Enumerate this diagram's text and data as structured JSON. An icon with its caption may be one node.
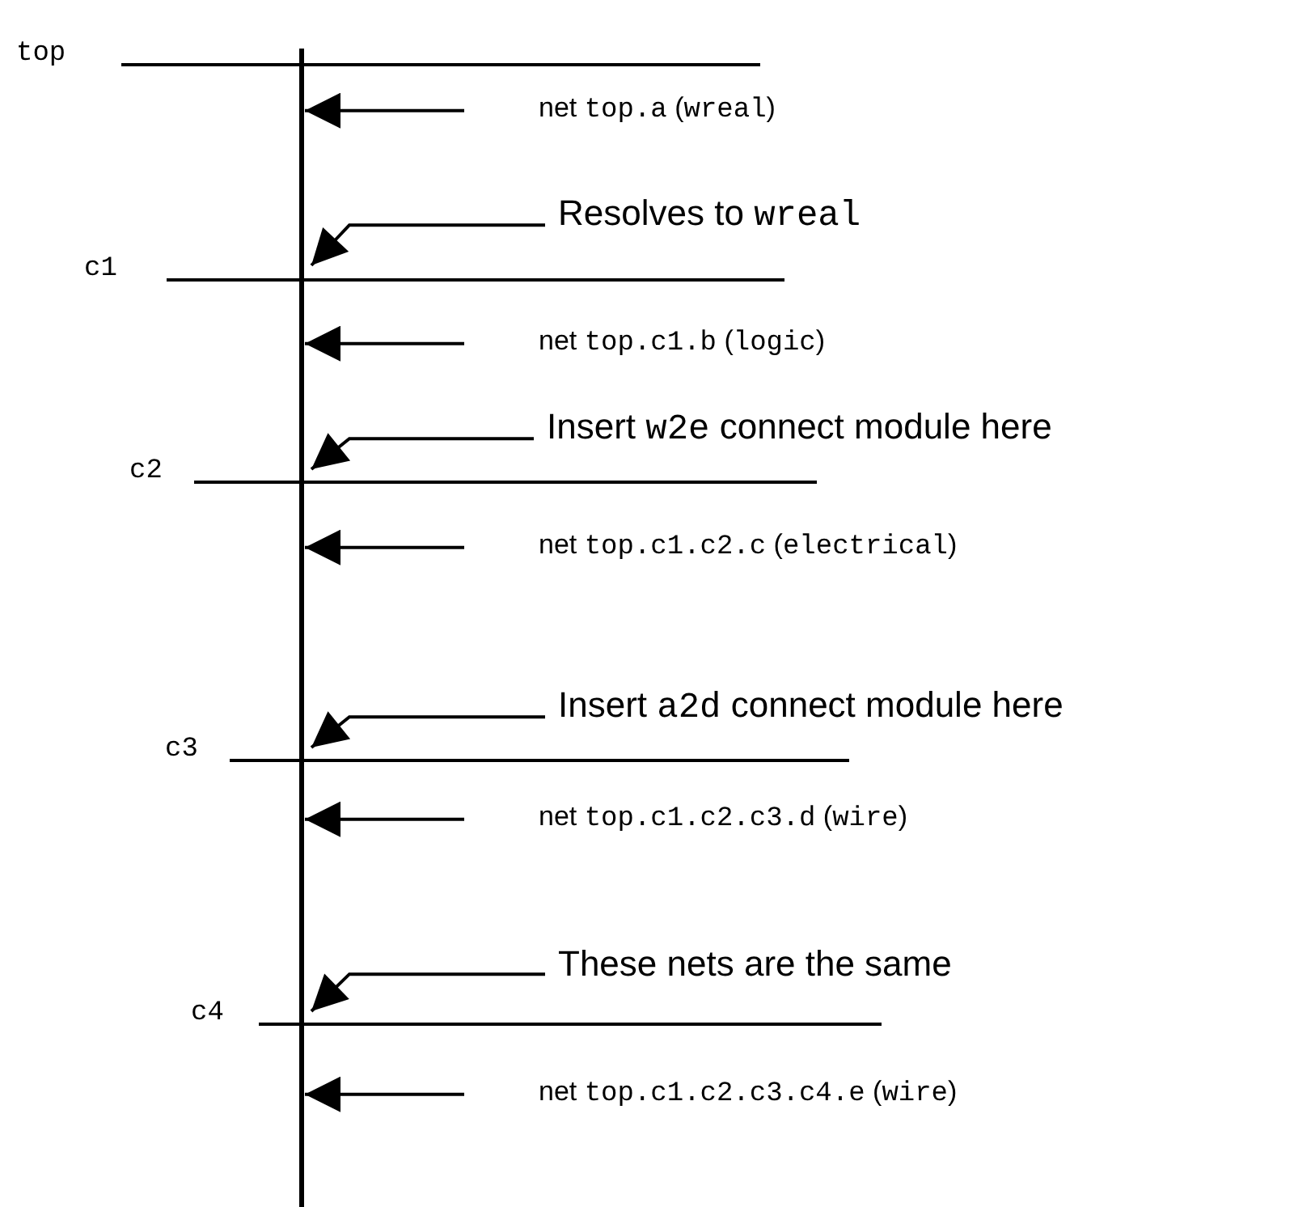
{
  "diagram": {
    "nodes": [
      {
        "text": [],
        "shape": "bar"
      },
      {
        "text": [
          "net *top.a* (*wreal*)"
        ]
      },
      {
        "text": [
          "Resolves to *wreal*"
        ]
      },
      {
        "text": [
          "net *top.c1.b* (*logic*)"
        ]
      },
      {
        "text": [
          "Insert *w2e* connect module here"
        ]
      },
      {
        "text": [
          "net *top.c1.c2.c* (*electrical*)"
        ]
      },
      {
        "text": [
          "Insert *a2d* connect module here"
        ]
      },
      {
        "text": [
          "net *top.c1.c2.c3.d* (*wire*)"
        ]
      },
      {
        "text": [
          "These nets are the same"
        ]
      },
      {
        "text": [
          "net *top.c1.c2.c3.c4.e* (*wire*)"
        ]
      }
    ],
    "edges": [
      {
        "from": 1,
        "to": 0,
        "arrow": "to"
      },
      {
        "from": 2,
        "to": 0,
        "arrow": "to"
      },
      {
        "from": 3,
        "to": 0,
        "arrow": "to"
      },
      {
        "from": 4,
        "to": 0,
        "arrow": "to"
      },
      {
        "from": 5,
        "to": 0,
        "arrow": "to"
      },
      {
        "from": 6,
        "to": 0,
        "arrow": "to"
      },
      {
        "from": 7,
        "to": 0,
        "arrow": "to"
      },
      {
        "from": 8,
        "to": 0,
        "arrow": "to"
      },
      {
        "from": 9,
        "to": 0,
        "arrow": "to"
      }
    ],
    "labels": [
      "top",
      "c1",
      "c2",
      "c3",
      "c4"
    ]
  }
}
